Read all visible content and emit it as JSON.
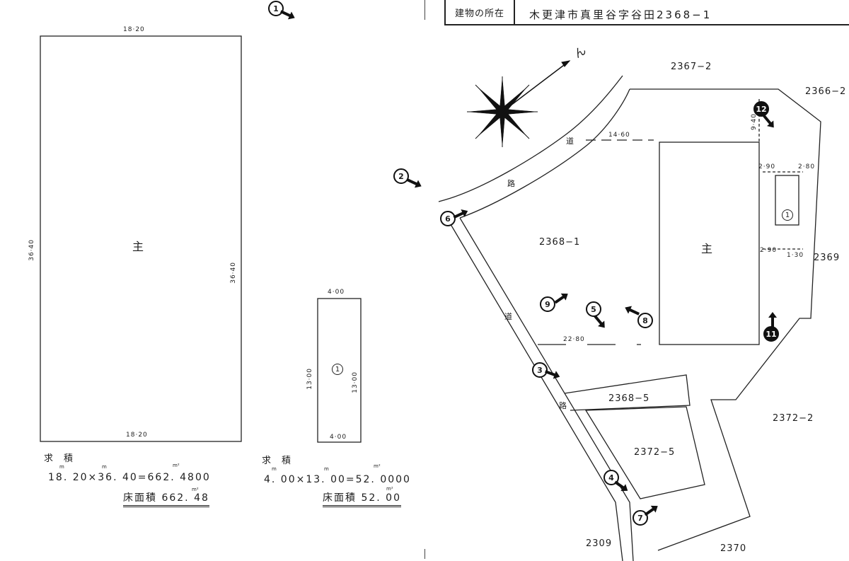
{
  "header": {
    "label": "建物の所在",
    "location": "木更津市真里谷字谷田2368−1"
  },
  "floor_plans": {
    "main": {
      "symbol": "主",
      "width_top": "18·20",
      "width_bottom": "18·20",
      "height_left": "36·40",
      "height_right": "36·40"
    },
    "annex": {
      "symbol": "1",
      "width_top": "4·00",
      "width_bottom": "4·00",
      "height_left": "13·00",
      "height_right": "13·00"
    }
  },
  "calculations": {
    "main": {
      "heading": "求　積",
      "formula": "18. 20×36. 40=662. 4800",
      "units": [
        "m",
        "m",
        "m²"
      ],
      "total_label": "床面積",
      "total_value": "662. 48",
      "total_unit": "m²"
    },
    "annex": {
      "heading": "求　積",
      "formula": "4. 00×13. 00=52. 0000",
      "units": [
        "m",
        "m",
        "m²"
      ],
      "total_label": "床面積",
      "total_value": "52. 00",
      "total_unit": "m²"
    }
  },
  "site": {
    "lot_numbers": [
      "2367−2",
      "2366−2",
      "2368−1",
      "2369",
      "2368−5",
      "2372−5",
      "2372−2",
      "2309",
      "2370"
    ],
    "road_chars": [
      "道",
      "路",
      "道",
      "路"
    ],
    "dimensions": {
      "top_gap": "14·60",
      "bottom_gap": "22·80",
      "right_top": "9·40",
      "annex_gap_top": "2·90",
      "annex_gap_top_right": "2·80",
      "annex_gap_bottom": "2·90",
      "annex_gap_bottom_right": "1·30"
    },
    "main_symbol": "主",
    "annex_symbol": "1"
  },
  "markers": [
    "1",
    "2",
    "3",
    "4",
    "5",
    "6",
    "7",
    "8",
    "9",
    "11",
    "12"
  ],
  "compass": {
    "north_label": "ん"
  }
}
